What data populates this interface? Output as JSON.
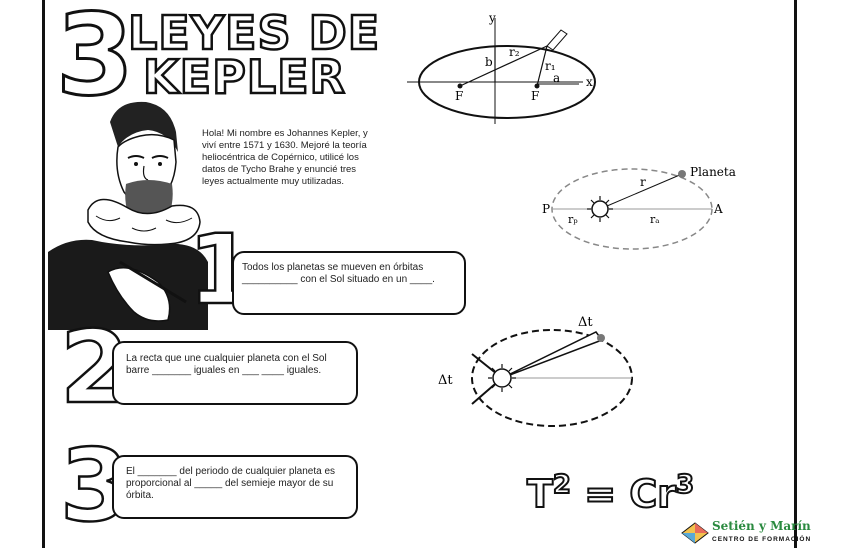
{
  "title": {
    "number": "3",
    "line1": "LEYES DE",
    "line2": "KEPLER"
  },
  "intro_text": "Hola! Mi nombre es Johannes Kepler, y viví entre 1571 y 1630. Mejoré la teoría heliocéntrica de Copérnico, utilicé los datos de Tycho Brahe y enuncié tres leyes actualmente muy utilizadas.",
  "laws": [
    {
      "number": "1",
      "text": "Todos los planetas se mueven en órbitas __________ con el Sol situado en un ____."
    },
    {
      "number": "2",
      "text": "La recta que une cualquier planeta con el Sol barre _______ iguales en ___ ____ iguales."
    },
    {
      "number": "3",
      "text": "El _______ del periodo de cualquier planeta es proporcional al _____ del semieje mayor de su órbita."
    }
  ],
  "diagram1": {
    "y": "y",
    "x": "x",
    "b": "b",
    "r2": "r₂",
    "r1": "r₁",
    "a": "a",
    "f_left": "F",
    "f_right": "F"
  },
  "diagram2": {
    "planet": "Planeta",
    "r": "r",
    "p": "P",
    "a_label": "A",
    "rp": "rₚ",
    "ra": "rₐ"
  },
  "diagram3": {
    "dt_top": "Δt",
    "dt_left": "Δt"
  },
  "formula": {
    "t": "T",
    "t_exp": "2",
    "eq": " = Cr",
    "r_exp": "3"
  },
  "logo": {
    "brand": "Setién y Marín",
    "sub": "CENTRO DE FORMACIÓN"
  }
}
